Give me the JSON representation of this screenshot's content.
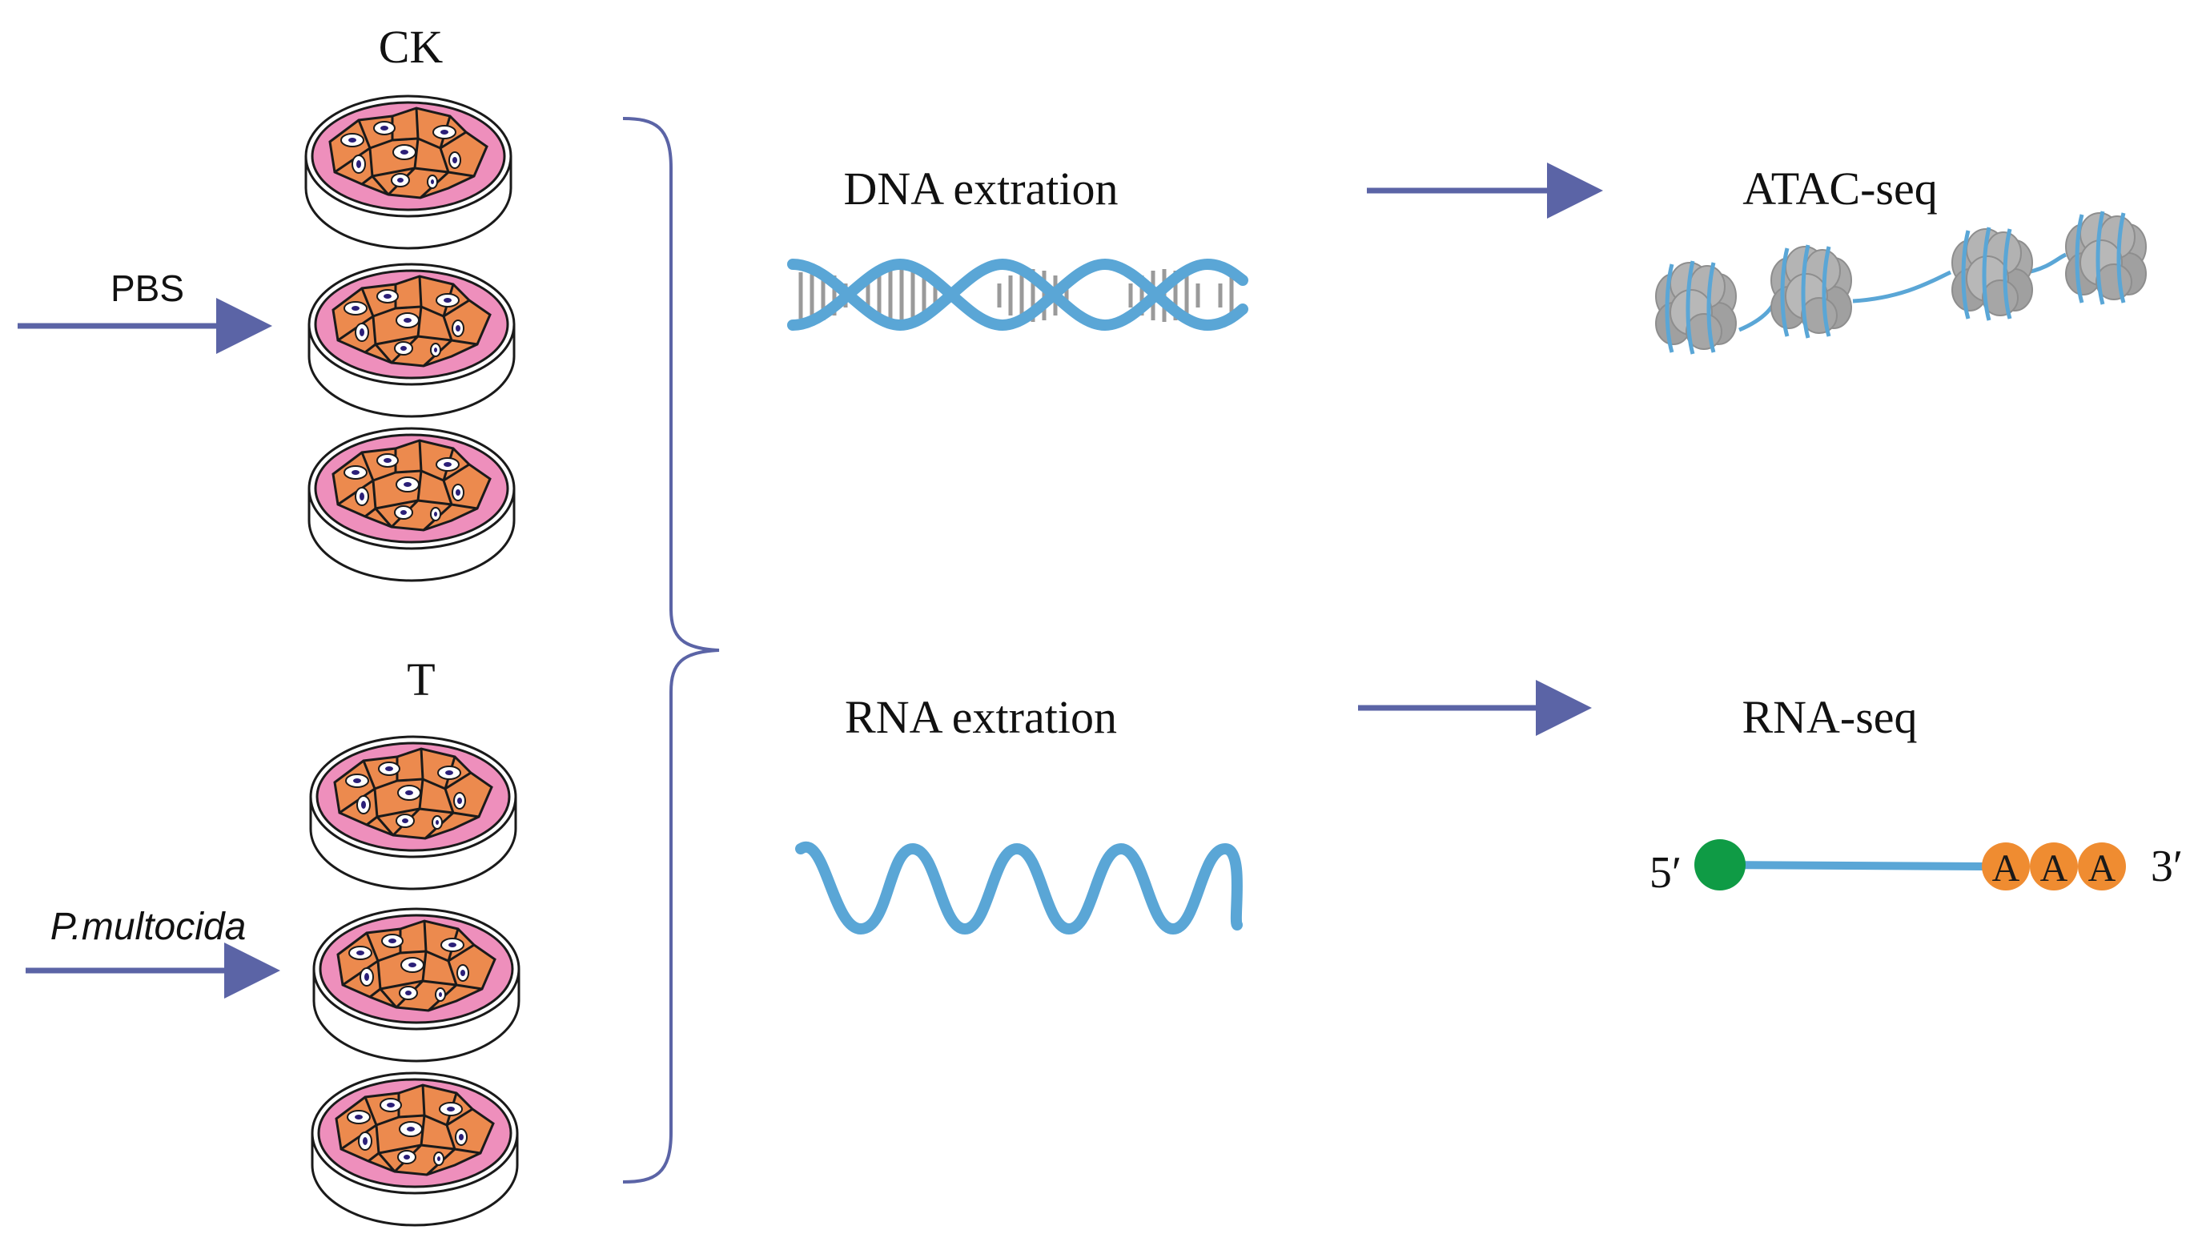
{
  "labels": {
    "ck": "CK",
    "t": "T",
    "pbs": "PBS",
    "pathogen": "P.multocida",
    "dna_extraction": "DNA extration",
    "rna_extraction": "RNA extration",
    "atac_seq": "ATAC-seq",
    "rna_seq": "RNA-seq",
    "five_prime": "5′",
    "three_prime": "3′",
    "poly_a": [
      "A",
      "A",
      "A"
    ]
  },
  "colors": {
    "arrow": "#5b64a6",
    "brace": "#5b64a6",
    "dish_outline": "#1a1a1a",
    "medium": "#ee8fbc",
    "cell_fill": "#ec8a4e",
    "cell_nucleus": "#ffffff",
    "nucleus_dot": "#2b1f78",
    "dna_strand": "#5aa6d6",
    "dna_rung": "#9a9a9a",
    "nucleosome": "#a9a9a9",
    "cap": "#0f9b45",
    "poly_a": "#ef8c31",
    "mrna_line": "#5aa6d6"
  }
}
